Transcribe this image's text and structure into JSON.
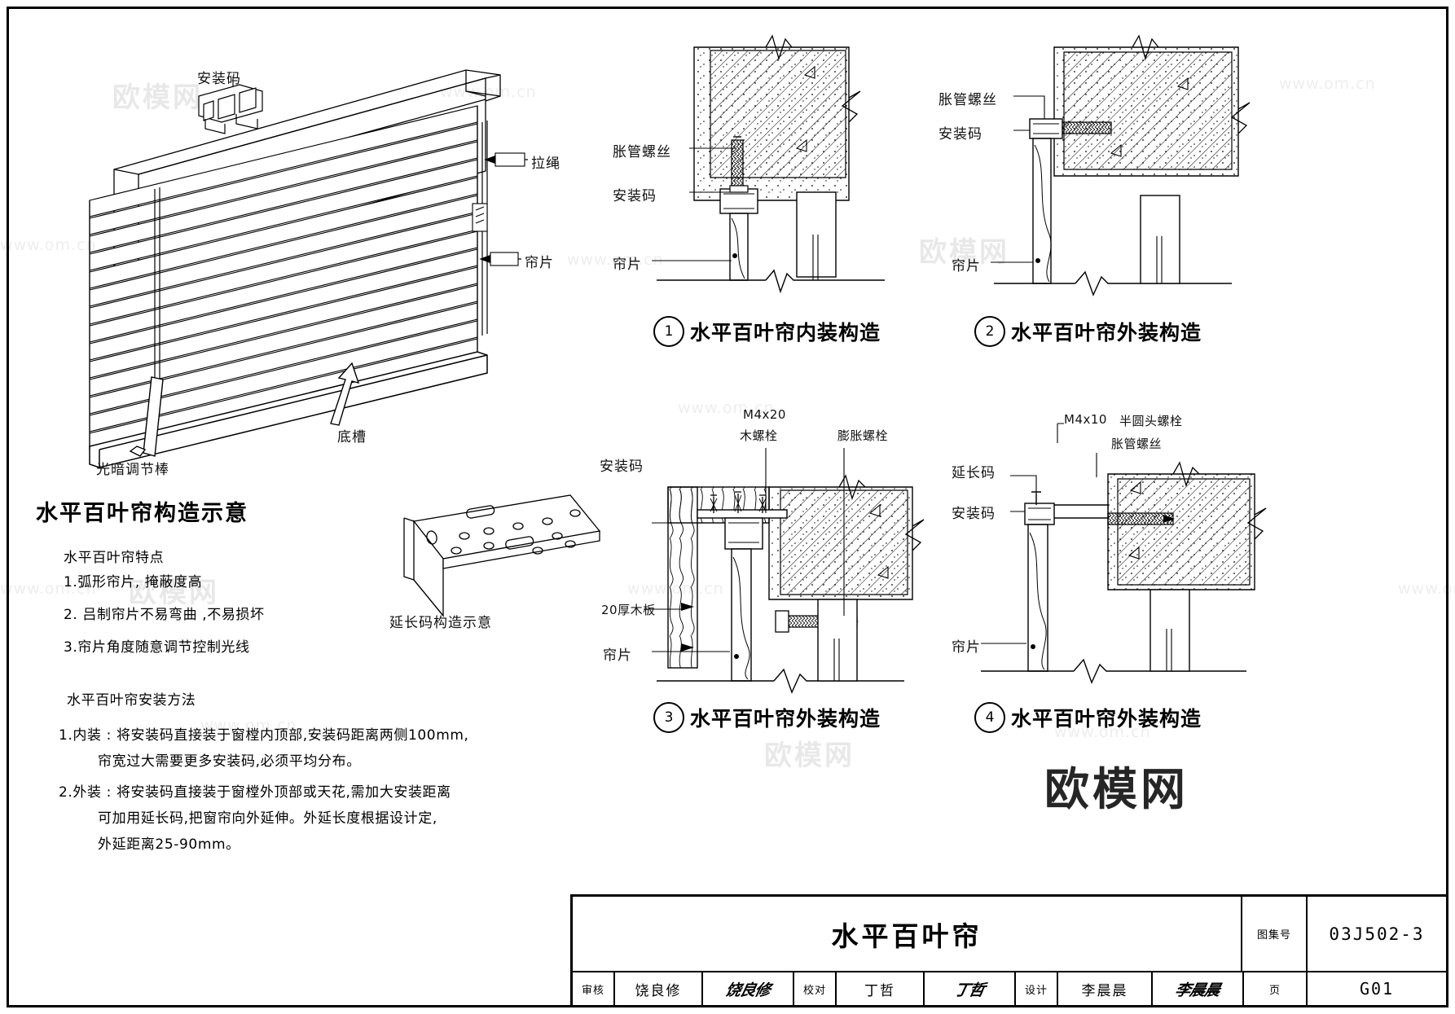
{
  "drawing": {
    "sheet_title": "水平百叶帘",
    "atlas_key": "图集号",
    "atlas_value": "03J502-3",
    "page_key": "页",
    "page_value": "G01"
  },
  "isometric": {
    "section_title": "水平百叶帘构造示意",
    "callouts": {
      "mount_bracket": "安装码",
      "pull_cord": "拉绳",
      "slat": "帘片",
      "bottom_rail": "底槽",
      "tilt_wand": "光暗调节棒"
    },
    "bracket_detail_caption": "延长码构造示意"
  },
  "notes": {
    "features_heading": "水平百叶帘特点",
    "features": [
      "1.弧形帘片, 掩蔽度高",
      "2. 吕制帘片不易弯曲 ,不易损坏",
      "3.帘片角度随意调节控制光线"
    ],
    "install_heading": "水平百叶帘安装方法",
    "install": [
      "1.内装 : 将安装码直接装于窗樘内顶部,安装码距离两侧100mm,",
      "        帘宽过大需要更多安装码,必须平均分布。",
      "2.外装 : 将安装码直接装于窗樘外顶部或天花,需加大安装距离",
      "        可加用延长码,把窗帘向外延伸。外延长度根据设计定,",
      "        外延距离25-90mm。"
    ]
  },
  "details": [
    {
      "number": "1",
      "caption": "水平百叶帘内装构造",
      "labels": [
        "胀管螺丝",
        "安装码",
        "帘片"
      ]
    },
    {
      "number": "2",
      "caption": "水平百叶帘外装构造",
      "labels": [
        "胀管螺丝",
        "安装码",
        "帘片"
      ]
    },
    {
      "number": "3",
      "caption": "水平百叶帘外装构造",
      "labels": [
        "M4x20",
        "木螺栓",
        "膨胀螺栓",
        "安装码",
        "20厚木板",
        "帘片"
      ]
    },
    {
      "number": "4",
      "caption": "水平百叶帘外装构造",
      "labels": [
        "M4x10",
        "半圆头螺栓",
        "胀管螺丝",
        "延长码",
        "安装码",
        "帘片"
      ]
    }
  ],
  "titleblock": {
    "rows": [
      {
        "role": "审核",
        "name": "饶良修",
        "signature": "饶良修"
      },
      {
        "role": "校对",
        "name": "丁哲",
        "signature": "丁哲"
      },
      {
        "role": "设计",
        "name": "李晨晨",
        "signature": "李晨晨"
      }
    ]
  },
  "watermarks": {
    "url": "www.om.cn",
    "site": "欧模网",
    "site_big": "欧模网"
  }
}
